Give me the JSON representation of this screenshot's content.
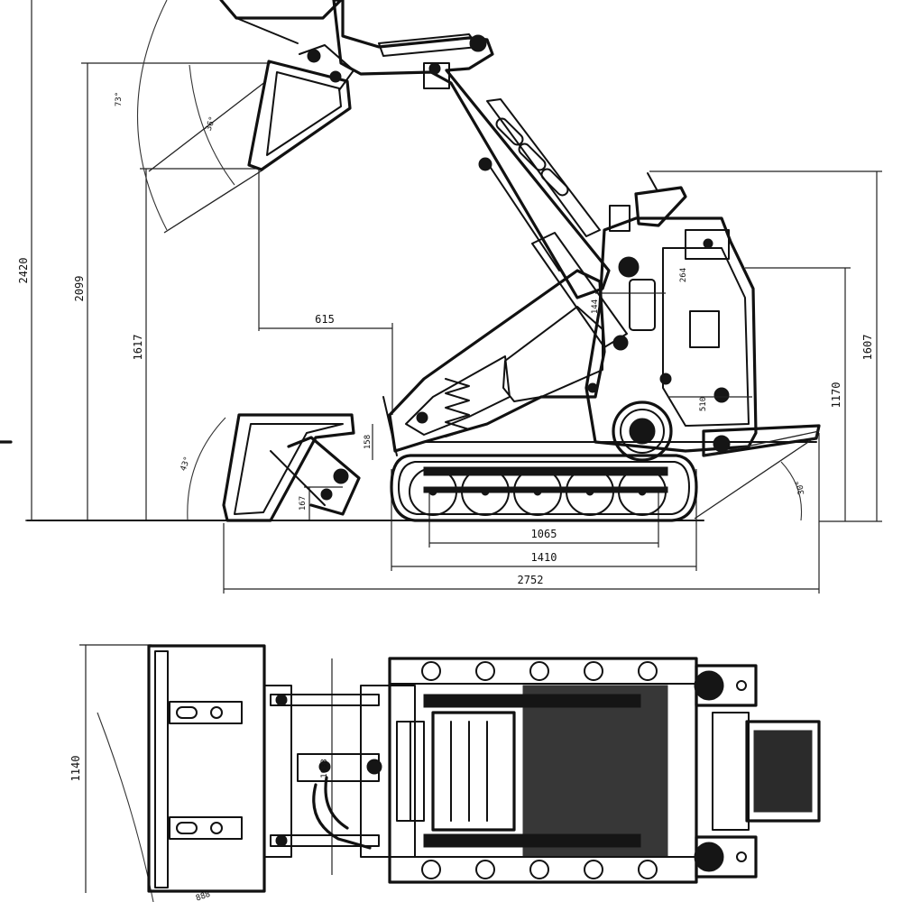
{
  "drawing": {
    "side_view": {
      "dimensions": {
        "total_height": "2420",
        "dump_height": "2099",
        "hinge_pin_height": "1617",
        "dump_reach": "615",
        "track_length": "1065",
        "track_overall": "1410",
        "overall_length": "2752",
        "machine_height": "1607",
        "body_height": "1170",
        "ground_clearance": "158",
        "bucket_floor": "167",
        "small_a": "264",
        "small_b": "144",
        "small_c": "510"
      },
      "angles": {
        "rollback_top": "73°",
        "dump_angle": "36°",
        "rollback_ground": "43°",
        "departure": "30°"
      }
    },
    "top_view": {
      "dimensions": {
        "width": "1140",
        "inner_width": "1033",
        "bucket_corner": "888"
      }
    }
  }
}
